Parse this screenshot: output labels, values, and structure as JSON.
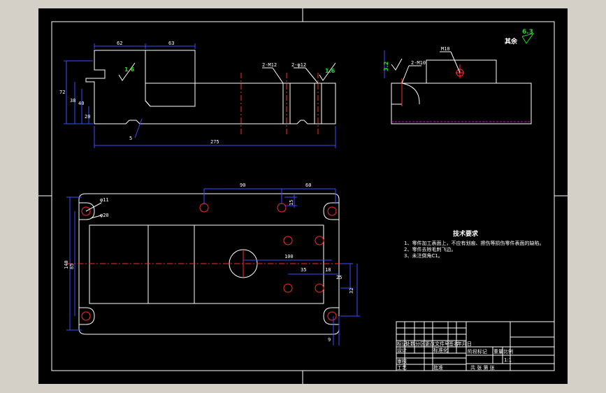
{
  "front_view": {
    "dims": {
      "d62": "62",
      "d63": "63",
      "d275": "275",
      "d72": "72",
      "d38": "38",
      "d40": "40",
      "d20": "20",
      "d5": "5"
    },
    "callout_m12": "2-M12",
    "callout_phi12": "2-φ12",
    "roughness_a": "1.6",
    "roughness_b": "1.6"
  },
  "side_view": {
    "callout_m10": "2-M10",
    "label_m10": "M10",
    "roughness": "3.2"
  },
  "general_roughness": {
    "label": "其余",
    "value": "6.3"
  },
  "top_view": {
    "dims": {
      "d90": "90",
      "d60": "60",
      "d15": "15",
      "d100": "100",
      "d35": "35",
      "d18": "18",
      "d25": "25",
      "d32": "32",
      "d140": "140",
      "d85": "85",
      "d9": "9"
    },
    "callout_phi11": "φ11",
    "callout_phi20": "φ20"
  },
  "tech_requirements": {
    "title": "技术要求",
    "items": [
      "1、零件加工表面上，不应有划痕、擦伤等损伤零件表面的缺陷。",
      "2、零件去除毛刺飞边。",
      "3、未注倒角C1。"
    ]
  },
  "title_block": {
    "row1": [
      "标记",
      "处数",
      "分区",
      "更改文件号",
      "签名",
      "年月日"
    ],
    "design": "设计",
    "standard": "标准化",
    "review": "审核",
    "craft": "工艺",
    "approve": "批准",
    "stage_mark": "阶段标记",
    "weight": "重量",
    "scale": "比例",
    "sheets": "共  张  第  张",
    "scale_value": "1:1"
  }
}
